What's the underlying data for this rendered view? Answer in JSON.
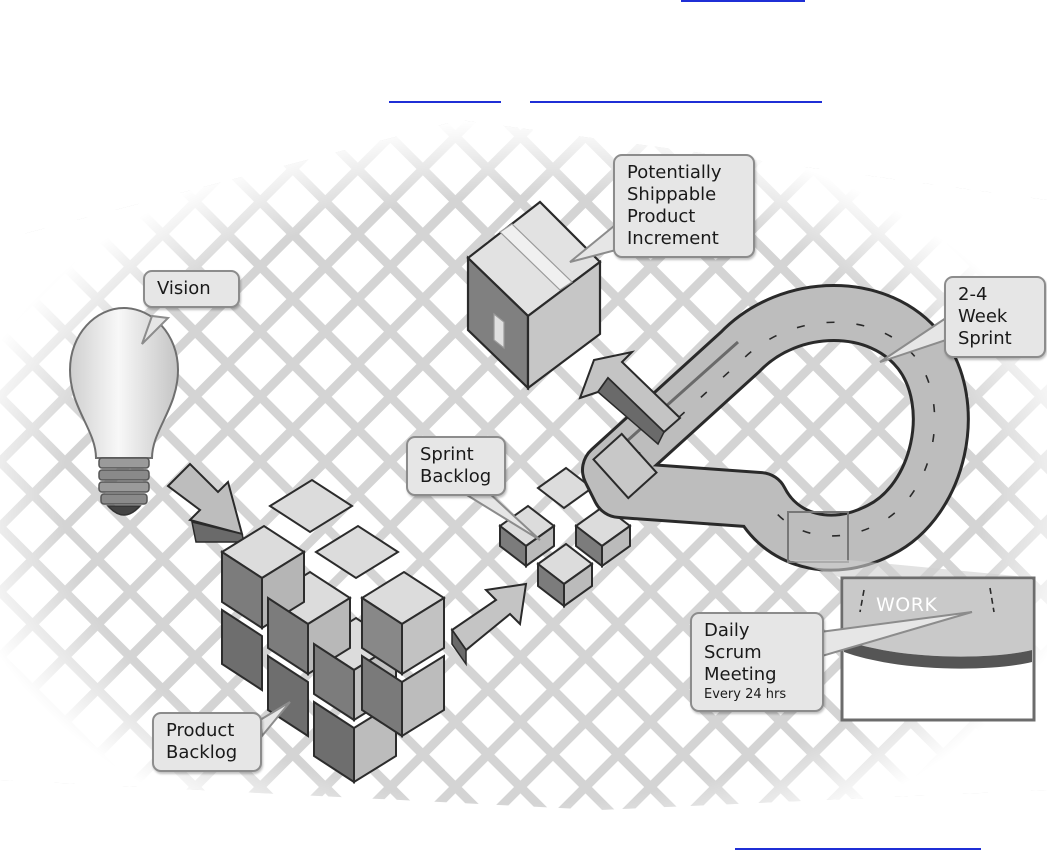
{
  "labels": {
    "vision": [
      "Vision"
    ],
    "shippable": [
      "Potentially",
      "Shippable",
      "Product",
      "Increment"
    ],
    "sprint": [
      "2-4",
      "Week",
      "Sprint"
    ],
    "sprint_backlog": [
      "Sprint",
      "Backlog"
    ],
    "daily_scrum": [
      "Daily",
      "Scrum",
      "Meeting"
    ],
    "daily_scrum_note": "Every 24 hrs",
    "product_backlog": [
      "Product",
      "Backlog"
    ],
    "work": "WORK"
  },
  "colors": {
    "link": "#1f2fd6",
    "bubble_fill": "#e6e6e6",
    "bubble_border": "#8c8c8c",
    "grid": "#d4d4d4"
  }
}
